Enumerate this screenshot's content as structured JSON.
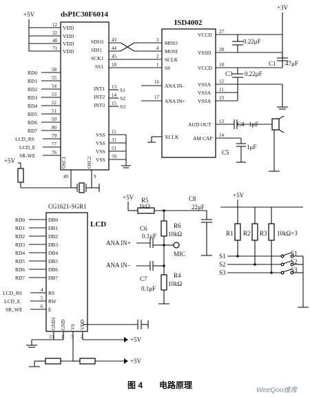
{
  "chips": {
    "mcu": "dsPIC30F6014",
    "isd": "ISD4002",
    "lcd_part": "CG1621-SGR1",
    "lcd": "LCD"
  },
  "supplies": {
    "v5": "+5V",
    "v3": "+3V"
  },
  "mcu_pins": {
    "vdd_nums": [
      "12",
      "32",
      "48",
      "71"
    ],
    "vdd": "VDD",
    "rd_labels": [
      "RD0",
      "RD1",
      "RD2",
      "RD3",
      "RD4",
      "RD5",
      "RD6",
      "RD7"
    ],
    "rd_nums": [
      "58",
      "55",
      "54",
      "53",
      "52",
      "51",
      "50",
      "80"
    ],
    "ctrl_labels": [
      "LCD_RS",
      "LCD_E",
      "SR-WE"
    ],
    "ctrl_nums": [
      "79",
      "77",
      "76"
    ],
    "spi_labels": [
      "SDO1",
      "SDI1",
      "SCK1",
      "SS1"
    ],
    "spi_nums": [
      "43",
      "44",
      "45",
      "18"
    ],
    "int_labels": [
      "INT1",
      "INT2",
      "INT3"
    ],
    "int_nums": [
      "13",
      "14",
      "15"
    ],
    "int_nets": [
      "S1",
      "S2",
      "S3"
    ],
    "vss_nums": [
      "11",
      "31",
      "51",
      "70"
    ],
    "vss": "VSS",
    "osc1": "OSC1",
    "osc2": "OSC2",
    "osc_nums": [
      "49",
      "9"
    ]
  },
  "isd_pins": {
    "left_labels": [
      "MISO",
      "MOSI",
      "SCLK",
      "SS"
    ],
    "left_nums": [
      "3",
      "4",
      "2",
      "1"
    ],
    "ana_labels": [
      "ANA IN–",
      "ANA IN+"
    ],
    "ana_nums": [
      "16",
      "17"
    ],
    "xclk": "XCLK",
    "vccd": "VCCD",
    "vccd_nums": [
      "27",
      "18"
    ],
    "vssd": "VSSD",
    "vssd_num": "28",
    "vssa": "VSSA",
    "vssa_nums": [
      "12",
      "11",
      "23"
    ],
    "aud_out": "AUD OUT",
    "aud_num": "13",
    "am_cap": "AM CAP",
    "am_num": "14"
  },
  "components": {
    "c3": "C3",
    "c3_val": "0.22μF",
    "c_top_val": "0.22μF",
    "c1": "C1",
    "c1_val": "47μF",
    "c4": "C4",
    "c4_val": "1μF",
    "c5": "C5",
    "c5_val": "1μF",
    "r5": "R5",
    "r5_val": "1kΩ",
    "c8": "C8",
    "c8_val": "22μF",
    "c6": "C6",
    "c6_val": "0.1μF",
    "r6": "R6",
    "r6_val": "10kΩ",
    "mic": "MIC",
    "c7": "C7",
    "c7_val": "0.1μF",
    "r4": "R4",
    "r4_val": "10kΩ",
    "ana_plus": "ANA IN+",
    "ana_minus": "ANA IN–",
    "r_bank": [
      "R1",
      "R2",
      "R3"
    ],
    "r_bank_val": "10kΩ×3",
    "switches": [
      "S1",
      "S2",
      "S3"
    ]
  },
  "lcd_pins": {
    "db_labels": [
      "DB0",
      "DB1",
      "DB2",
      "DB3",
      "DB4",
      "DB5",
      "DB6",
      "DB7"
    ],
    "db_nets": [
      "RD0",
      "RD1",
      "RD2",
      "RD3",
      "RD4",
      "RD5",
      "RD6",
      "RD7"
    ],
    "ctrl_labels": [
      "RS",
      "RW",
      "E"
    ],
    "ctrl_nets": [
      "LCD_RS",
      "LCD_E",
      "SR_WE"
    ],
    "ctrl_nums": [
      "4",
      "5",
      "6"
    ],
    "bottom_labels": [
      "GND1",
      "GND",
      "VS",
      "VDD"
    ],
    "bottom_nums": [
      "15",
      "1",
      "3",
      "2"
    ]
  },
  "caption": "图 4　　电路原理",
  "watermark": "WeeQoo维库"
}
